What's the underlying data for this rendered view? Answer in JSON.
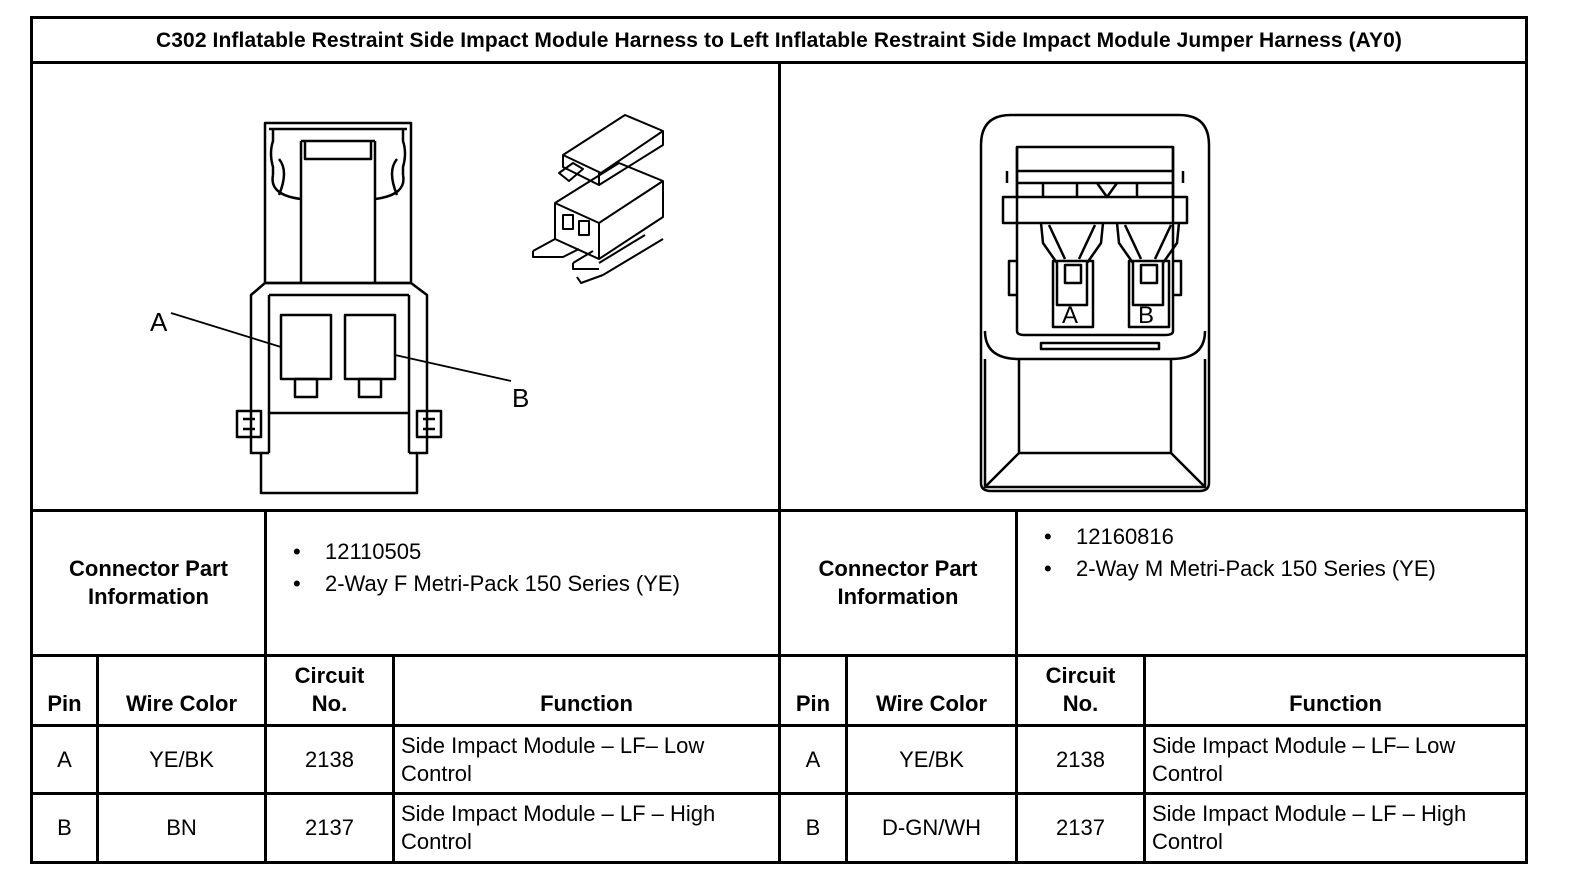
{
  "title": "C302 Inflatable Restraint Side Impact Module Harness to Left Inflatable Restraint Side Impact Module Jumper Harness (AY0)",
  "left": {
    "drawing": {
      "pin_a_label": "A",
      "pin_b_label": "B"
    },
    "connector_part_label_line1": "Connector Part",
    "connector_part_label_line2": "Information",
    "connector_part_info": [
      "12110505",
      "2-Way F Metri-Pack 150 Series (YE)"
    ],
    "table": {
      "headers": {
        "pin": "Pin",
        "wire_color": "Wire Color",
        "circuit_line1": "Circuit",
        "circuit_line2": "No.",
        "function": "Function"
      },
      "rows": [
        {
          "pin": "A",
          "wire_color": "YE/BK",
          "circuit": "2138",
          "function_line1": "Side Impact Module – LF– Low",
          "function_line2": "Control"
        },
        {
          "pin": "B",
          "wire_color": "BN",
          "circuit": "2137",
          "function_line1": "Side Impact Module – LF – High",
          "function_line2": "Control"
        }
      ]
    }
  },
  "right": {
    "drawing": {
      "pin_a_label": "A",
      "pin_b_label": "B"
    },
    "connector_part_label_line1": "Connector Part",
    "connector_part_label_line2": "Information",
    "connector_part_info": [
      "12160816",
      "2-Way M Metri-Pack 150 Series (YE)"
    ],
    "table": {
      "headers": {
        "pin": "Pin",
        "wire_color": "Wire Color",
        "circuit_line1": "Circuit",
        "circuit_line2": "No.",
        "function": "Function"
      },
      "rows": [
        {
          "pin": "A",
          "wire_color": "YE/BK",
          "circuit": "2138",
          "function_line1": "Side Impact Module – LF– Low",
          "function_line2": "Control"
        },
        {
          "pin": "B",
          "wire_color": "D-GN/WH",
          "circuit": "2137",
          "function_line1": "Side Impact Module – LF – High",
          "function_line2": "Control"
        }
      ]
    }
  }
}
